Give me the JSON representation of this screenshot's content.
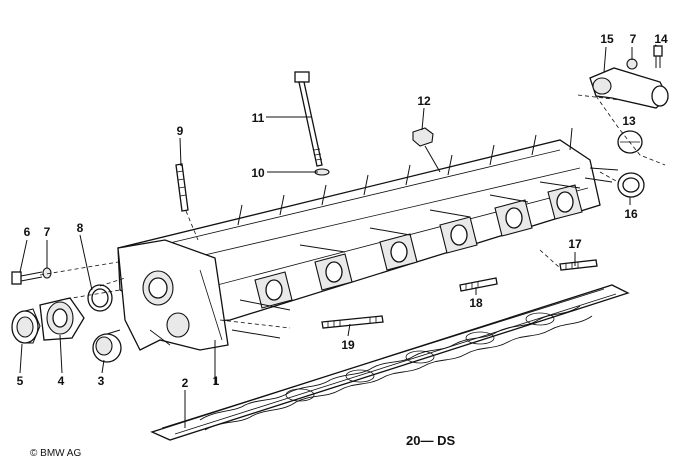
{
  "diagram": {
    "callouts": [
      "1",
      "2",
      "3",
      "4",
      "5",
      "6",
      "7",
      "8",
      "9",
      "10",
      "11",
      "12",
      "13",
      "14",
      "15",
      "7",
      "16",
      "17",
      "18",
      "19"
    ],
    "footer_code": "20— DS",
    "copyright": "© BMW AG"
  }
}
